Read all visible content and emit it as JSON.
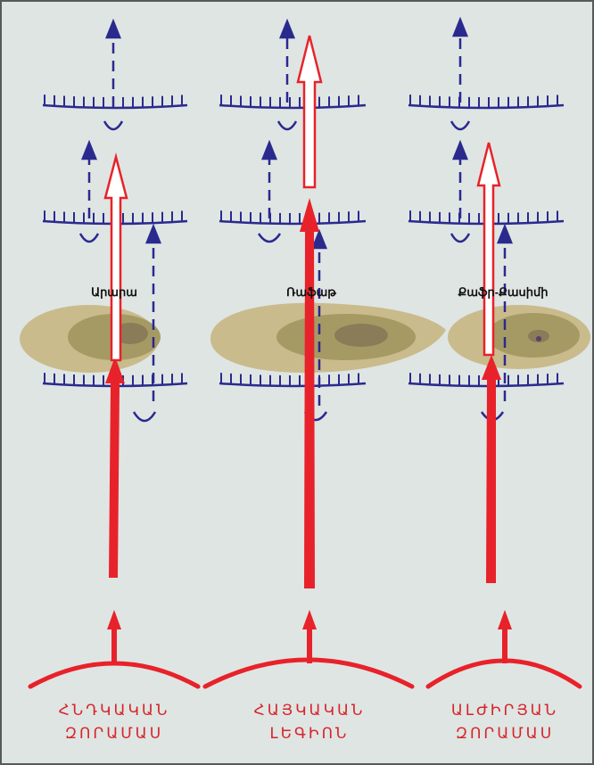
{
  "colors": {
    "background": "#dfe5e3",
    "frame": "#555a5a",
    "main_arrow": "#e8222a",
    "dashed_arrow": "#2a2a8e",
    "trench": "#2a2a8e",
    "hill_outer": "#c9bb8c",
    "hill_mid": "#a69a64",
    "hill_inner": "#8a7c58",
    "label_text": "#d7242b"
  },
  "columns": [
    {
      "hill_label": "Արարա",
      "unit_label_line1": "ՀՆԴԿԱԿԱՆ",
      "unit_label_line2": "ԶՈՐԱՄԱՍ"
    },
    {
      "hill_label": "Ռաֆաթ",
      "unit_label_line1": "ՀԱՅԿԱԿԱՆ",
      "unit_label_line2": "ԼԵԳԻՈՆ"
    },
    {
      "hill_label": "Քաֆր-Քասիմի",
      "unit_label_line1": "ԱԼԺԻՐՅԱՆ",
      "unit_label_line2": "ԶՈՐԱՄԱՍ"
    }
  ]
}
